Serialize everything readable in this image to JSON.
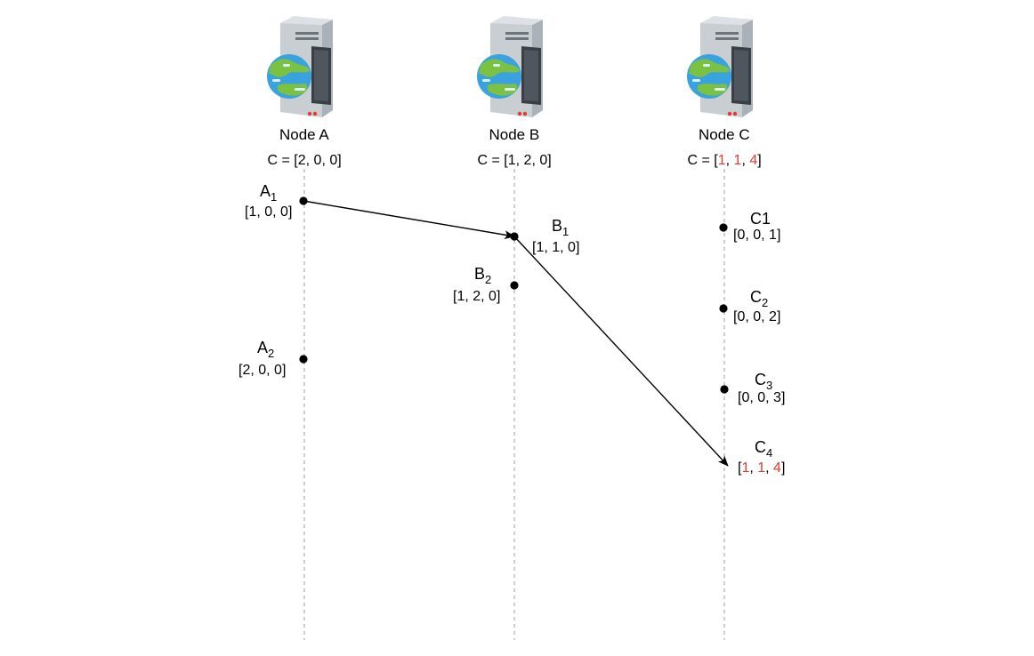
{
  "colors": {
    "lifeline": "#b3b3b3",
    "highlight": "#e03c31",
    "text": "#000000",
    "server_body": "#c9ced3",
    "server_dark": "#3a3f45",
    "globe_ocean": "#3aa3df",
    "globe_land": "#7cc242"
  },
  "nodes": [
    {
      "id": "A",
      "icon": "server-globe-icon",
      "title": "Node A",
      "clock": {
        "prefix": "C = [",
        "parts": [
          {
            "v": "2",
            "hl": false
          },
          {
            "v": "0",
            "hl": false
          },
          {
            "v": "0",
            "hl": false
          }
        ],
        "suffix": "]"
      }
    },
    {
      "id": "B",
      "icon": "server-globe-icon",
      "title": "Node B",
      "clock": {
        "prefix": "C = [",
        "parts": [
          {
            "v": "1",
            "hl": false
          },
          {
            "v": "2",
            "hl": false
          },
          {
            "v": "0",
            "hl": false
          }
        ],
        "suffix": "]"
      }
    },
    {
      "id": "C",
      "icon": "server-globe-icon",
      "title": "Node C",
      "clock": {
        "prefix": "C = [",
        "parts": [
          {
            "v": "1",
            "hl": true
          },
          {
            "v": "1",
            "hl": true
          },
          {
            "v": "4",
            "hl": true
          }
        ],
        "suffix": "]"
      }
    }
  ],
  "events": [
    {
      "id": "A1",
      "node": "A",
      "name": "A",
      "sub": "1",
      "vector": [
        {
          "v": "1",
          "hl": false
        },
        {
          "v": "0",
          "hl": false
        },
        {
          "v": "0",
          "hl": false
        }
      ]
    },
    {
      "id": "A2",
      "node": "A",
      "name": "A",
      "sub": "2",
      "vector": [
        {
          "v": "2",
          "hl": false
        },
        {
          "v": "0",
          "hl": false
        },
        {
          "v": "0",
          "hl": false
        }
      ]
    },
    {
      "id": "B1",
      "node": "B",
      "name": "B",
      "sub": "1",
      "vector": [
        {
          "v": "1",
          "hl": false
        },
        {
          "v": "1",
          "hl": false
        },
        {
          "v": "0",
          "hl": false
        }
      ]
    },
    {
      "id": "B2",
      "node": "B",
      "name": "B",
      "sub": "2",
      "vector": [
        {
          "v": "1",
          "hl": false
        },
        {
          "v": "2",
          "hl": false
        },
        {
          "v": "0",
          "hl": false
        }
      ]
    },
    {
      "id": "C1",
      "node": "C",
      "name": "C1",
      "sub": "",
      "vector": [
        {
          "v": "0",
          "hl": false
        },
        {
          "v": "0",
          "hl": false
        },
        {
          "v": "1",
          "hl": false
        }
      ]
    },
    {
      "id": "C2",
      "node": "C",
      "name": "C",
      "sub": "2",
      "vector": [
        {
          "v": "0",
          "hl": false
        },
        {
          "v": "0",
          "hl": false
        },
        {
          "v": "2",
          "hl": false
        }
      ]
    },
    {
      "id": "C3",
      "node": "C",
      "name": "C",
      "sub": "3",
      "vector": [
        {
          "v": "0",
          "hl": false
        },
        {
          "v": "0",
          "hl": false
        },
        {
          "v": "3",
          "hl": false
        }
      ]
    },
    {
      "id": "C4",
      "node": "C",
      "name": "C",
      "sub": "4",
      "vector": [
        {
          "v": "1",
          "hl": true
        },
        {
          "v": "1",
          "hl": true
        },
        {
          "v": "4",
          "hl": true
        }
      ]
    }
  ],
  "messages": [
    {
      "from": "A1",
      "to": "B1"
    },
    {
      "from": "B1",
      "to": "C4"
    }
  ]
}
